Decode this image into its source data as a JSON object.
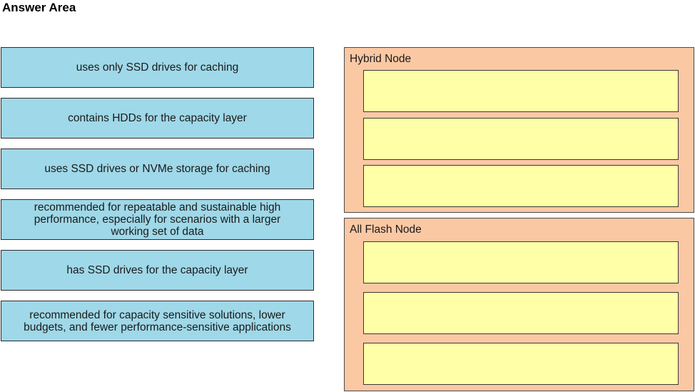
{
  "header": {
    "title": "Answer Area"
  },
  "source_items": [
    {
      "label": "uses only SSD drives for caching"
    },
    {
      "label": "contains HDDs for the capacity layer"
    },
    {
      "label": "uses SSD drives or NVMe storage for caching"
    },
    {
      "label": "recommended for repeatable and sustainable high performance, especially for scenarios with a larger working set of data"
    },
    {
      "label": "has SSD drives for the capacity layer"
    },
    {
      "label": "recommended for capacity sensitive solutions, lower budgets, and fewer performance-sensitive applications"
    }
  ],
  "targets": [
    {
      "label": "Hybrid Node",
      "slots": [
        "",
        "",
        ""
      ]
    },
    {
      "label": "All Flash Node",
      "slots": [
        "",
        "",
        ""
      ]
    }
  ],
  "colors": {
    "source_fill": "#9fd8e8",
    "target_group_fill": "#fbc8a4",
    "drop_slot_fill": "#ffffa8"
  }
}
